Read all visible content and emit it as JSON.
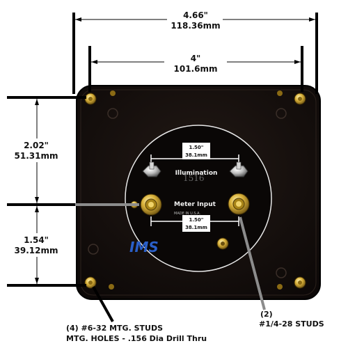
{
  "dimensions": {
    "overall_width_in": "4.66\"",
    "overall_width_mm": "118.36mm",
    "panel_width_in": "4\"",
    "panel_width_mm": "101.6mm",
    "upper_spacing_in": "2.02\"",
    "upper_spacing_mm": "51.31mm",
    "lower_spacing_in": "1.54\"",
    "lower_spacing_mm": "39.12mm",
    "illum_spacing_in": "1.50\"",
    "illum_spacing_mm": "38.1mm",
    "meter_spacing_in": "1.50\"",
    "meter_spacing_mm": "38.1mm"
  },
  "panel": {
    "illumination_label": "Illumination",
    "meter_input_label": "Meter Input",
    "logo": "IMS",
    "stamp": "MADE IN U.S.A.",
    "faded_number": "1516"
  },
  "notes": {
    "mtg_studs_line1": "(4) #6-32 MTG. STUDS",
    "mtg_studs_line2": "MTG. HOLES - .156 Dia Drill Thru",
    "terminal_count": "(2)",
    "terminal_studs": "#1/4-28 STUDS"
  },
  "colors": {
    "body": "#120d0b",
    "brass": "#c9a227",
    "chrome": "#b9b9b9",
    "logo": "#2a5fc8"
  }
}
